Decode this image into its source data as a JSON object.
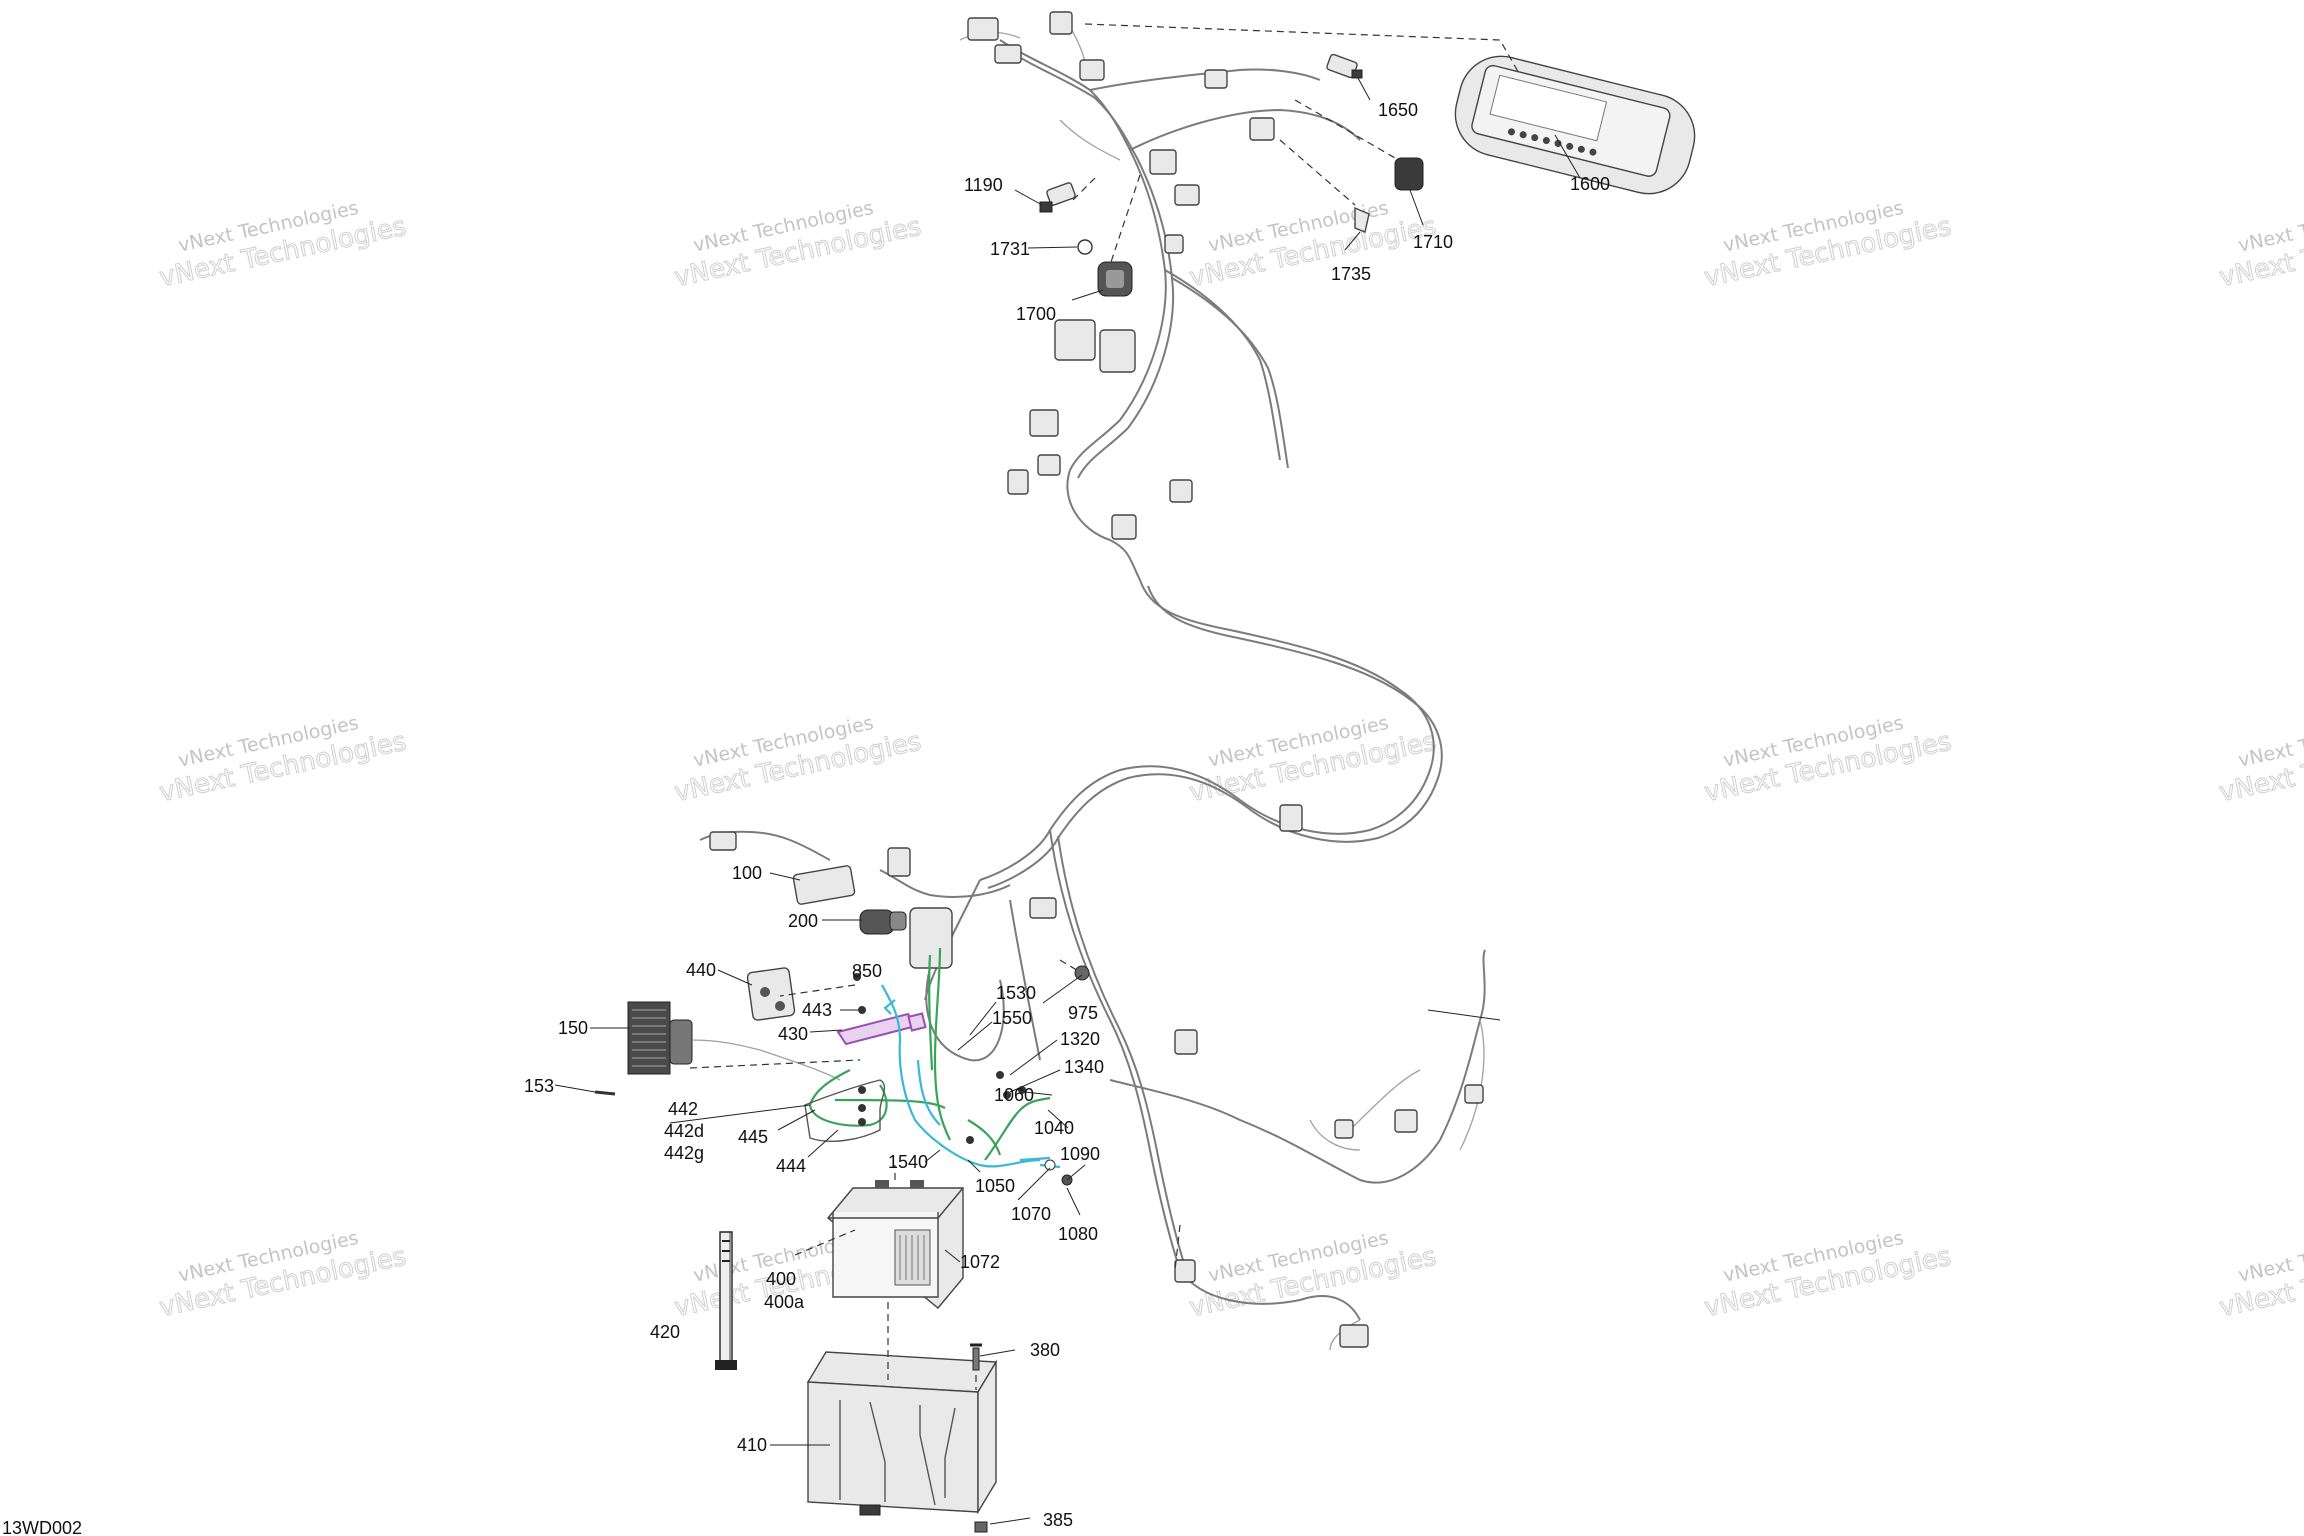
{
  "diagram_code": "13WD002",
  "watermark": {
    "line1": "vNext Technologies",
    "line2": "Technologies"
  },
  "callouts": {
    "p100": "100",
    "p150": "150",
    "p153": "153",
    "p200": "200",
    "p380": "380",
    "p385": "385",
    "p400": "400",
    "p400a": "400a",
    "p410": "410",
    "p420": "420",
    "p430": "430",
    "p440": "440",
    "p442": "442",
    "p442d": "442d",
    "p442g": "442g",
    "p443": "443",
    "p444": "444",
    "p445": "445",
    "p850": "850",
    "p975": "975",
    "p1040": "1040",
    "p1050": "1050",
    "p1060": "1060",
    "p1070": "1070",
    "p1072": "1072",
    "p1080": "1080",
    "p1090": "1090",
    "p1190": "1190",
    "p1320": "1320",
    "p1340": "1340",
    "p1530": "1530",
    "p1540": "1540",
    "p1550": "1550",
    "p1600": "1600",
    "p1650": "1650",
    "p1700": "1700",
    "p1710": "1710",
    "p1731": "1731",
    "p1735": "1735"
  },
  "colors": {
    "ground_cable": "#3aa35a",
    "positive_cable": "#39b8d8",
    "fuse_holder": "#9a4fb0",
    "line_art": "#555555"
  }
}
